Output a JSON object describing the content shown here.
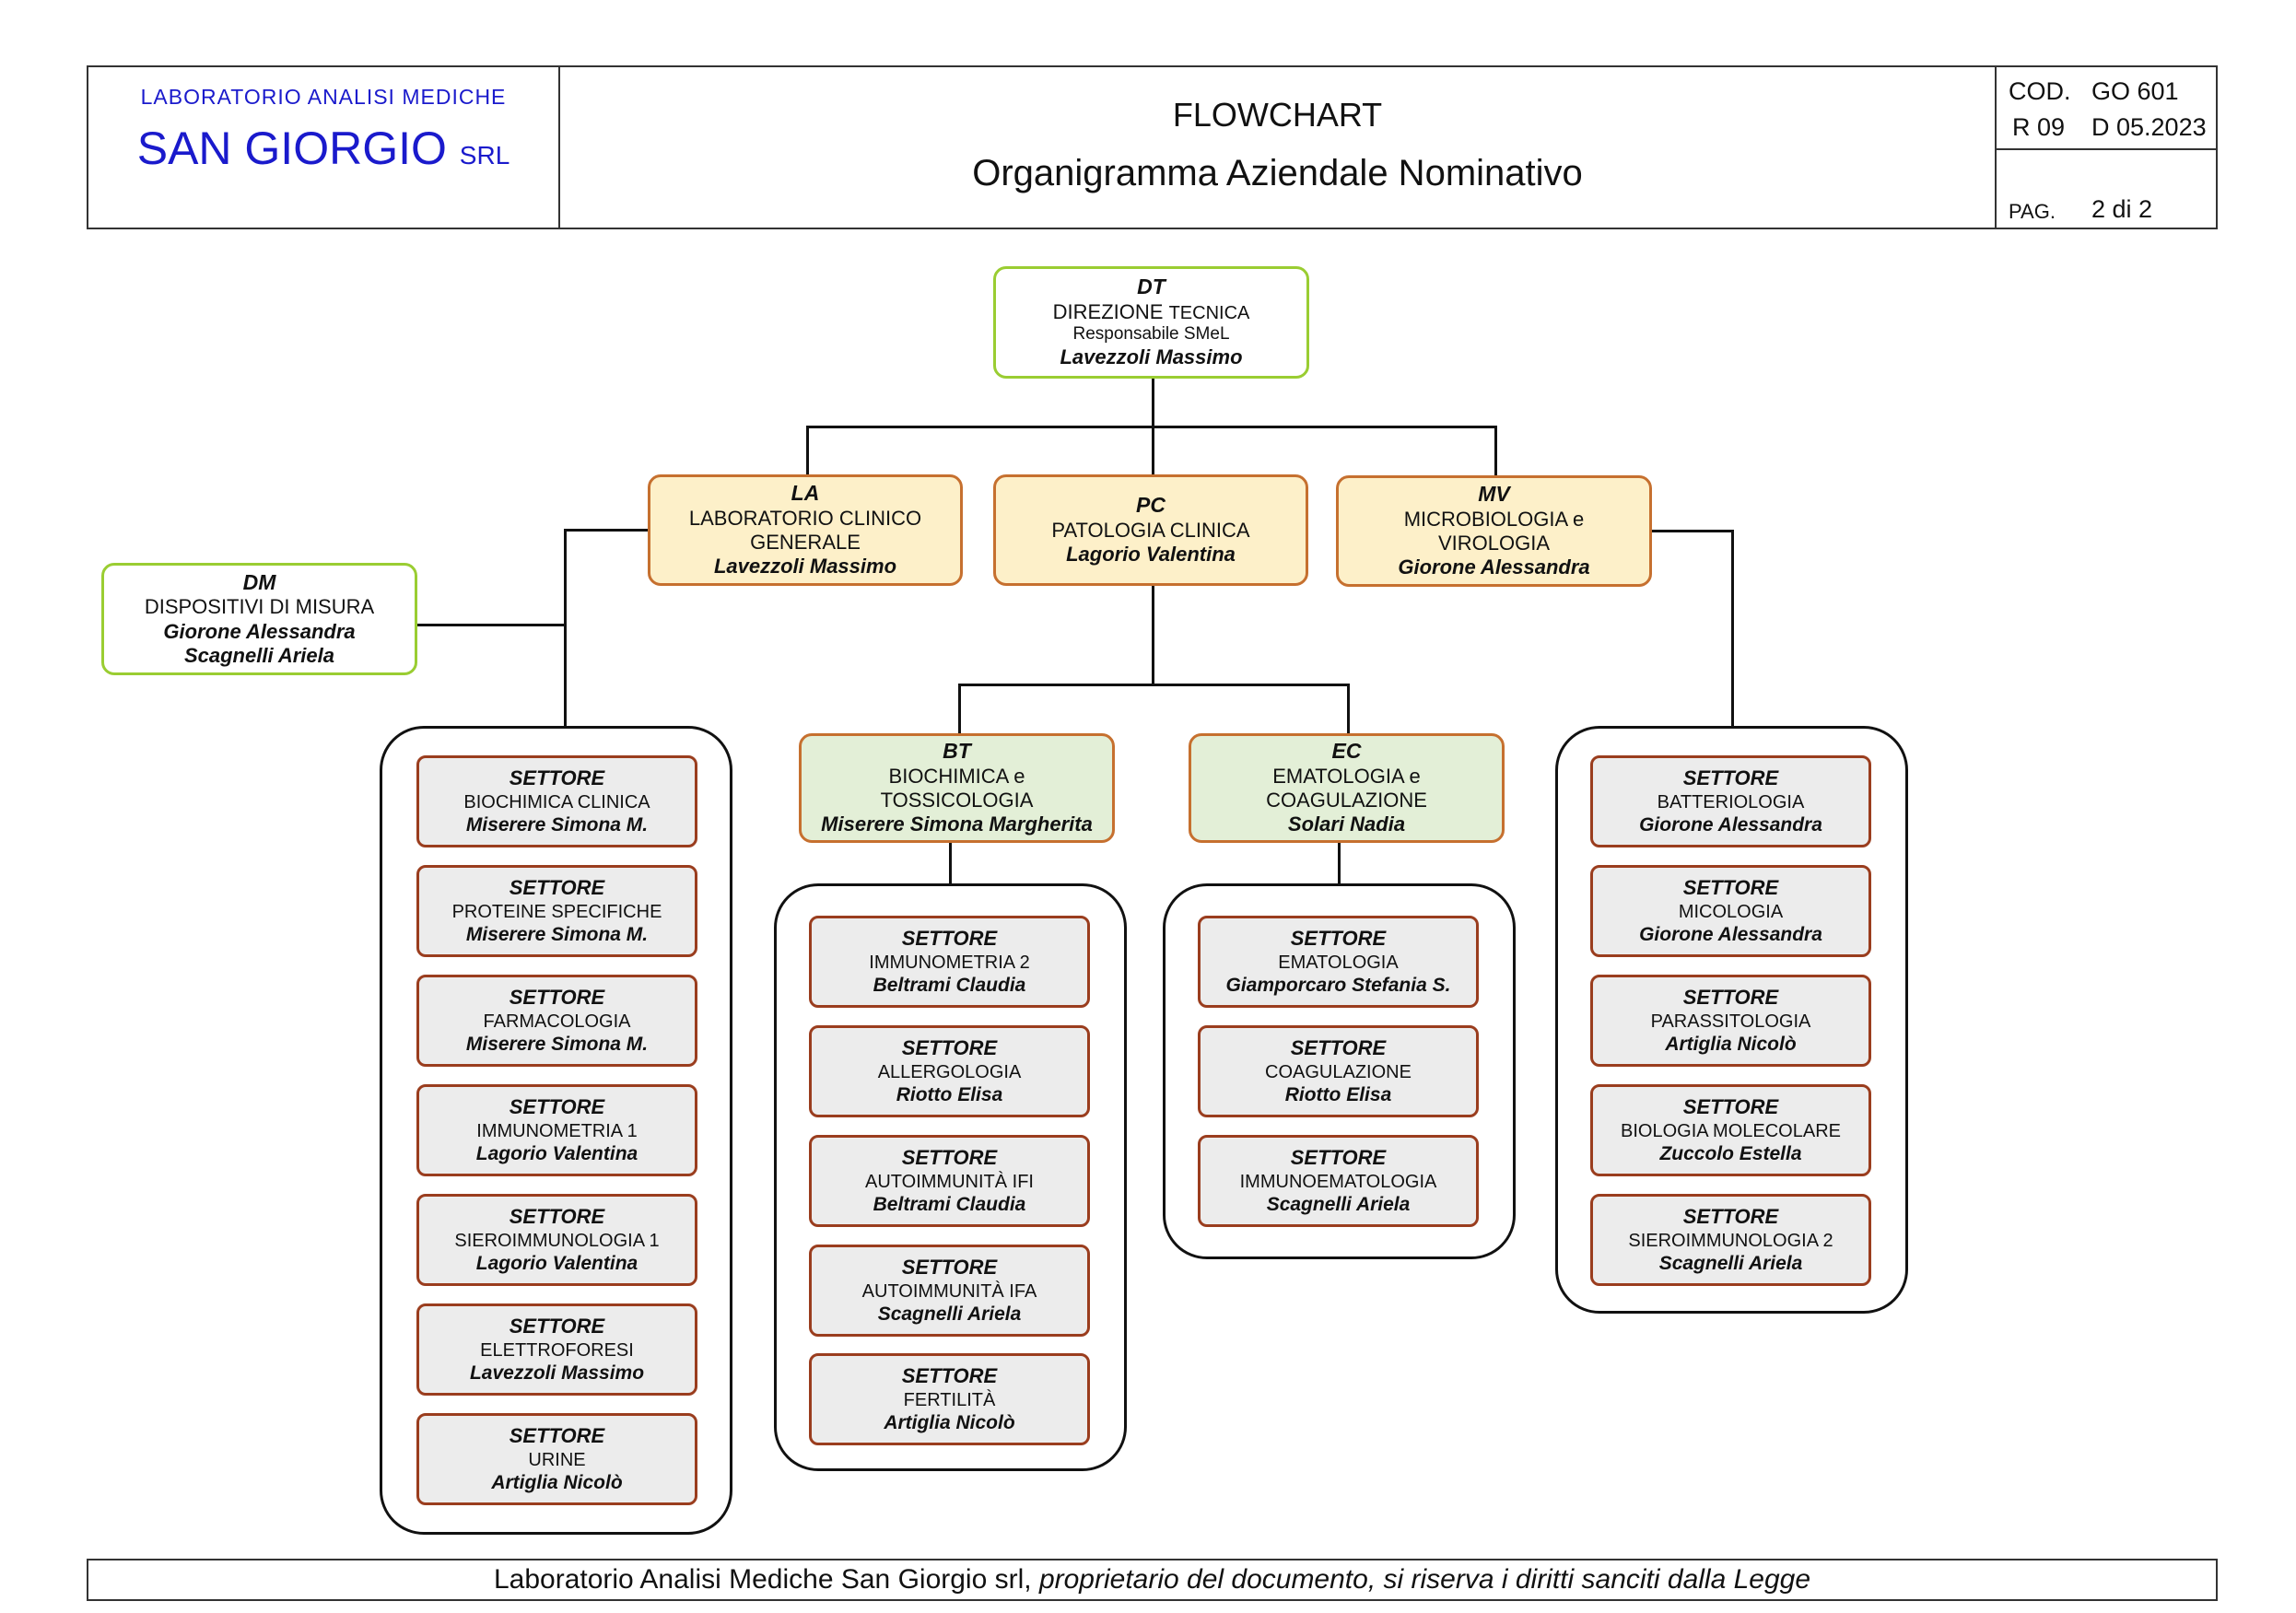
{
  "header": {
    "company_small": "LABORATORIO  ANALISI  MEDICHE",
    "company_big": "SAN GIORGIO",
    "company_suffix": "SRL",
    "doc_type": "FLOWCHART",
    "doc_title": "Organigramma Aziendale Nominativo",
    "cod_label": "COD.",
    "cod_value": "GO 601",
    "rev": "R 09",
    "date": "D 05.2023",
    "pag_label": "PAG.",
    "pag_value": "2 di 2"
  },
  "dt": {
    "code": "DT",
    "name_a": "DIREZIONE",
    "name_b": "TECNICA",
    "role": "Responsabile SMeL",
    "person": "Lavezzoli Massimo"
  },
  "la": {
    "code": "LA",
    "name1": "LABORATORIO CLINICO",
    "name2": "GENERALE",
    "person": "Lavezzoli Massimo"
  },
  "pc": {
    "code": "PC",
    "name1": "PATOLOGIA CLINICA",
    "person": "Lagorio Valentina"
  },
  "mv": {
    "code": "MV",
    "name1": "MICROBIOLOGIA e",
    "name2": "VIROLOGIA",
    "person": "Giorone Alessandra"
  },
  "dm": {
    "code": "DM",
    "name1": "DISPOSITIVI DI MISURA",
    "person1": "Giorone Alessandra",
    "person2": "Scagnelli Ariela"
  },
  "bt": {
    "code": "BT",
    "name1": "BIOCHIMICA e",
    "name2": "TOSSICOLOGIA",
    "person": "Miserere Simona Margherita"
  },
  "ec": {
    "code": "EC",
    "name1": "EMATOLOGIA e",
    "name2": "COAGULAZIONE",
    "person": "Solari Nadia"
  },
  "la_settori": [
    {
      "label": "SETTORE",
      "name": "BIOCHIMICA CLINICA",
      "person": "Miserere Simona M."
    },
    {
      "label": "SETTORE",
      "name": "PROTEINE SPECIFICHE",
      "person": "Miserere Simona M."
    },
    {
      "label": "SETTORE",
      "name": "FARMACOLOGIA",
      "person": "Miserere Simona M."
    },
    {
      "label": "SETTORE",
      "name": "IMMUNOMETRIA 1",
      "person": "Lagorio Valentina"
    },
    {
      "label": "SETTORE",
      "name": "SIEROIMMUNOLOGIA 1",
      "person": "Lagorio Valentina"
    },
    {
      "label": "SETTORE",
      "name": "ELETTROFORESI",
      "person": "Lavezzoli Massimo"
    },
    {
      "label": "SETTORE",
      "name": "URINE",
      "person": "Artiglia Nicolò"
    }
  ],
  "bt_settori": [
    {
      "label": "SETTORE",
      "name": "IMMUNOMETRIA 2",
      "person": "Beltrami Claudia"
    },
    {
      "label": "SETTORE",
      "name": "ALLERGOLOGIA",
      "person": "Riotto Elisa"
    },
    {
      "label": "SETTORE",
      "name": "AUTOIMMUNITÀ IFI",
      "person": "Beltrami Claudia"
    },
    {
      "label": "SETTORE",
      "name": "AUTOIMMUNITÀ IFA",
      "person": "Scagnelli Ariela"
    },
    {
      "label": "SETTORE",
      "name": "FERTILITÀ",
      "person": "Artiglia Nicolò"
    }
  ],
  "ec_settori": [
    {
      "label": "SETTORE",
      "name": "EMATOLOGIA",
      "person": "Giamporcaro Stefania S."
    },
    {
      "label": "SETTORE",
      "name": "COAGULAZIONE",
      "person": "Riotto Elisa"
    },
    {
      "label": "SETTORE",
      "name": "IMMUNOEMATOLOGIA",
      "person": "Scagnelli Ariela"
    }
  ],
  "mv_settori": [
    {
      "label": "SETTORE",
      "name": "BATTERIOLOGIA",
      "person": "Giorone Alessandra"
    },
    {
      "label": "SETTORE",
      "name": "MICOLOGIA",
      "person": "Giorone Alessandra"
    },
    {
      "label": "SETTORE",
      "name": "PARASSITOLOGIA",
      "person": "Artiglia Nicolò"
    },
    {
      "label": "SETTORE",
      "name": "BIOLOGIA MOLECOLARE",
      "person": "Zuccolo Estella"
    },
    {
      "label": "SETTORE",
      "name": "SIEROIMMUNOLOGIA 2",
      "person": "Scagnelli Ariela"
    }
  ],
  "footer": {
    "normal": "Laboratorio Analisi Mediche San Giorgio srl,",
    "italic": " proprietario del documento, si riserva i diritti sanciti dalla Legge"
  }
}
